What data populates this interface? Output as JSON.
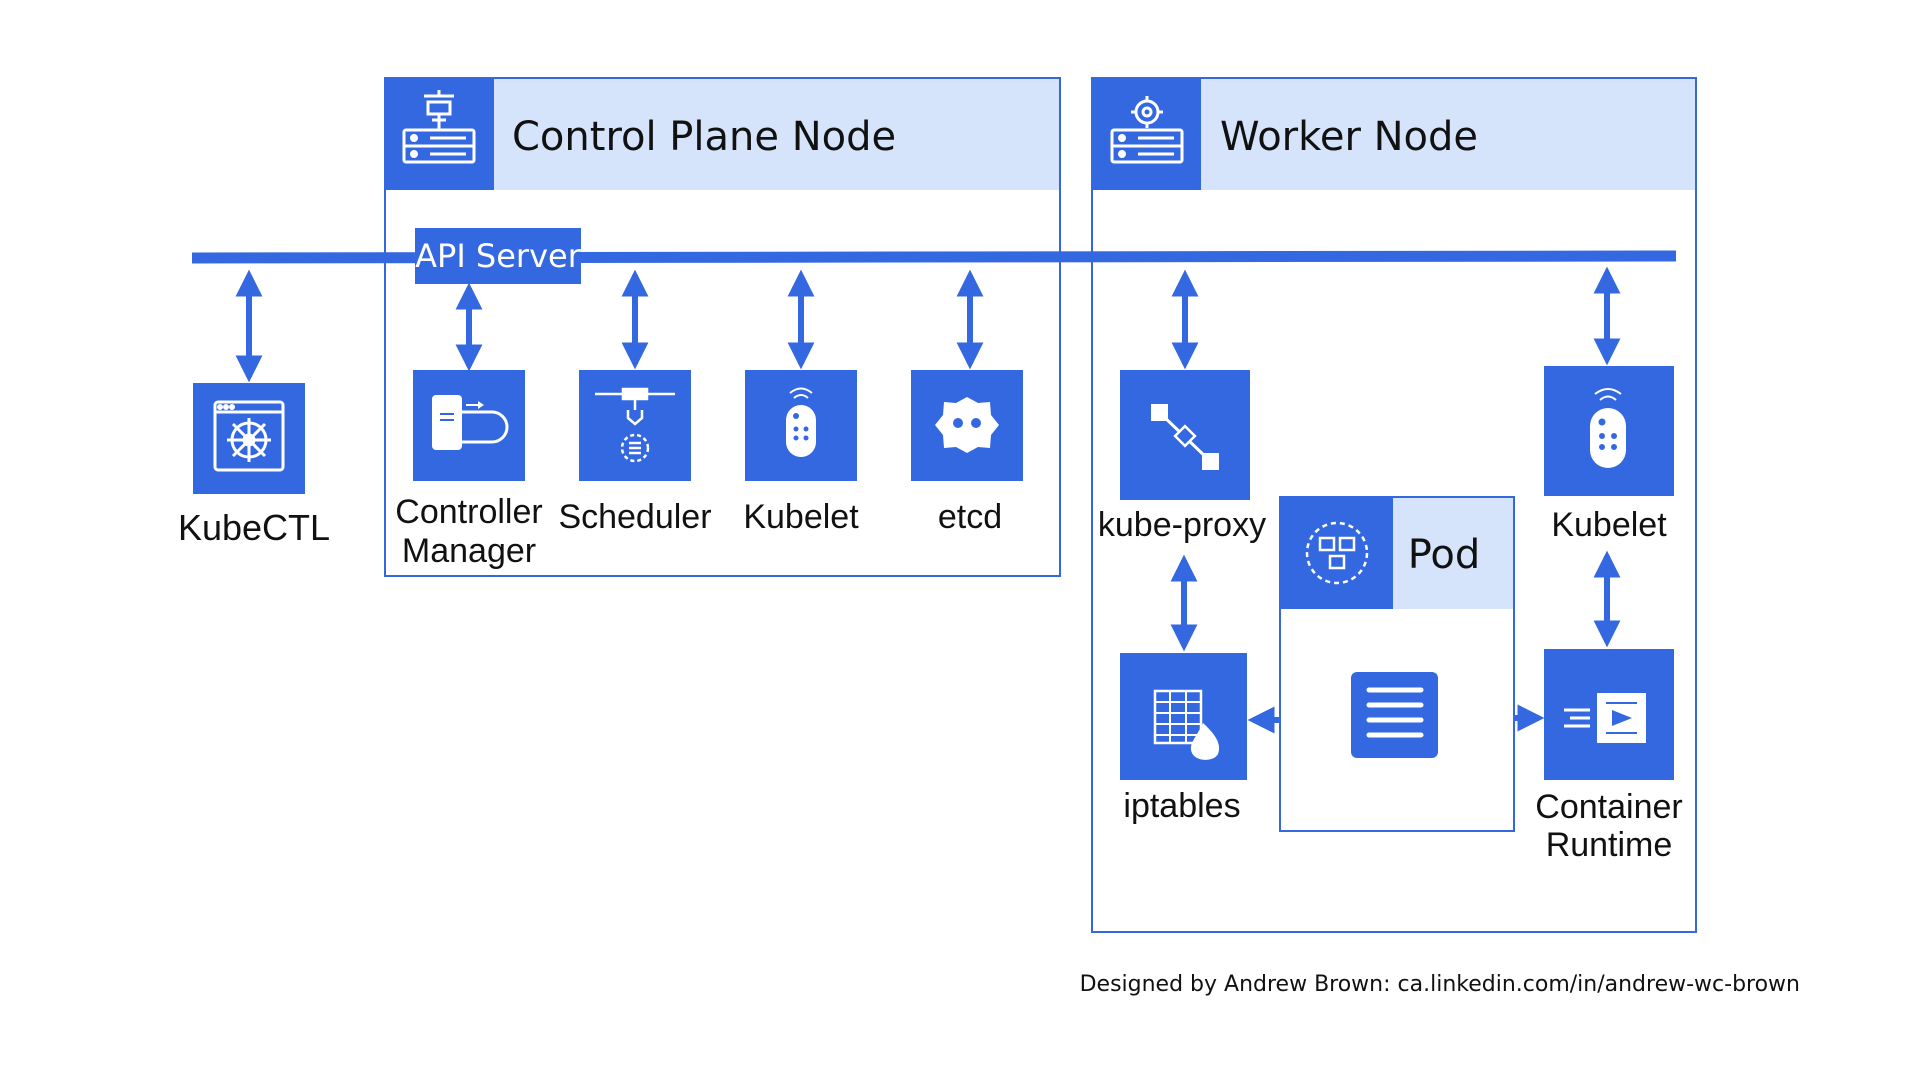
{
  "colors": {
    "accent": "#3368e0",
    "header_fill": "#d6e4fb",
    "text": "#111111",
    "white": "#ffffff"
  },
  "control_plane": {
    "title": "Control Plane Node",
    "icon": "server-tower-icon",
    "api_server": "API Server",
    "components": [
      {
        "label_lines": [
          "Controller",
          "Manager"
        ],
        "icon": "controller-icon"
      },
      {
        "label_lines": [
          "Scheduler"
        ],
        "icon": "scheduler-icon"
      },
      {
        "label_lines": [
          "Kubelet"
        ],
        "icon": "remote-control-icon"
      },
      {
        "label_lines": [
          "etcd"
        ],
        "icon": "etcd-icon"
      }
    ]
  },
  "kubectl": {
    "label": "KubeCTL",
    "icon": "kubernetes-helm-icon"
  },
  "worker": {
    "title": "Worker Node",
    "icon": "server-gear-icon",
    "kube_proxy": {
      "label": "kube-proxy",
      "icon": "network-proxy-icon"
    },
    "kubelet": {
      "label": "Kubelet",
      "icon": "remote-control-icon"
    },
    "iptables": {
      "label": "iptables",
      "icon": "firewall-table-icon"
    },
    "container_runtime": {
      "label_lines": [
        "Container",
        "Runtime"
      ],
      "icon": "container-runtime-icon"
    },
    "pod": {
      "title": "Pod",
      "icon": "pod-icon",
      "container_icon": "container-list-icon"
    }
  },
  "credit": "Designed by Andrew Brown: ca.linkedin.com/in/andrew-wc-brown"
}
